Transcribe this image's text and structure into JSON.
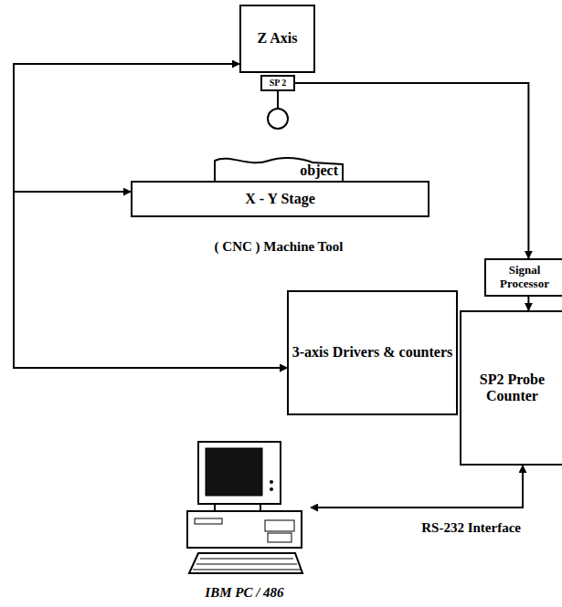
{
  "diagram": {
    "nodes": [
      {
        "text": [
          "Z Axis"
        ]
      },
      {
        "text": [
          "SP 2"
        ]
      },
      {
        "text": [
          "object"
        ]
      },
      {
        "text": [
          "X - Y Stage"
        ]
      },
      {
        "text": [
          "Signal Processor"
        ]
      },
      {
        "text": [
          "3-axis Drivers & counters"
        ]
      },
      {
        "text": [
          "SP2 Probe Counter"
        ]
      },
      {
        "text": [
          "IBM PC / 486"
        ]
      }
    ],
    "edges": [
      {
        "from": 5,
        "to": 0,
        "arrow": "both"
      },
      {
        "from": 5,
        "to": 3,
        "arrow": "both"
      },
      {
        "from": 1,
        "to": 4,
        "arrow": "to"
      },
      {
        "from": 4,
        "to": 6,
        "arrow": "to"
      },
      {
        "from": 7,
        "to": 6,
        "label": "RS-232 Interface",
        "arrow": "both"
      }
    ],
    "labels": [
      "( CNC ) Machine Tool"
    ]
  }
}
